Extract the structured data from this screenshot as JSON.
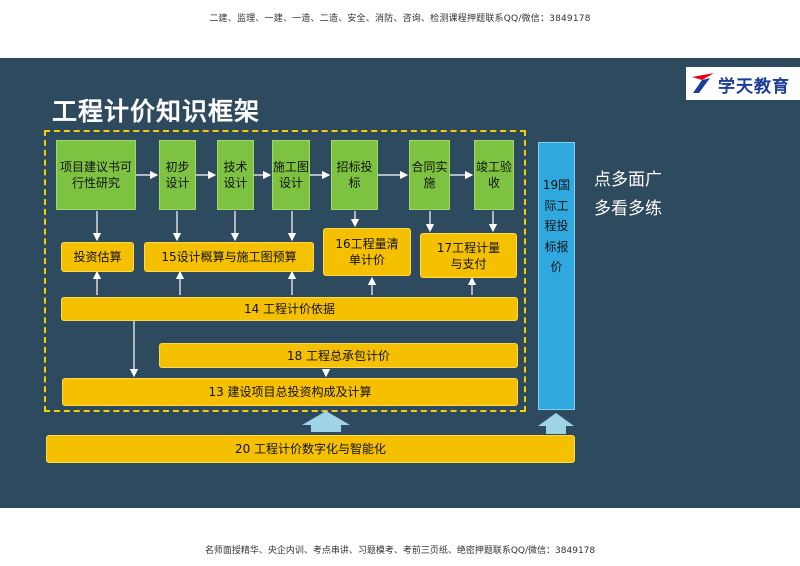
{
  "header_text": "二建、监理、一建、一造、二造、安全、消防、咨询、检测课程押题联系QQ/微信：3849178",
  "footer_text": "名师面授精华、央企内训、考点串讲、习题模考、考前三页纸、绝密押题联系QQ/微信：3849178",
  "slide": {
    "title": "工程计价知识框架",
    "logo_text": "学天教育",
    "side_note": [
      "点多面广",
      "多看多练"
    ]
  },
  "flow": {
    "steps": [
      "项目建议书可行性研究",
      "初步设计",
      "技术设计",
      "施工图设计",
      "招标投标",
      "合同实施",
      "竣工验收"
    ],
    "investment_estimate": "投资估算",
    "design_budget": "15设计概算与施工图预算",
    "bill_of_quantities": "16工程量清单计价",
    "contract_pricing": "17工程计量与支付",
    "pricing_basis": "14 工程计价依据",
    "general_contract": "18 工程总承包计价",
    "investment_composition": "13 建设项目总投资构成及计算",
    "digitalization": "20 工程计价数字化与智能化",
    "bidding_quote": "19国际工程投标报价"
  },
  "colors": {
    "background": "#2e4a5f",
    "green_box": "#7dc241",
    "orange_box": "#f5c000",
    "blue_box": "#2fa8e0",
    "dashed_border": "#f5d000",
    "logo_blue": "#1a3d9a",
    "logo_red": "#e60012"
  }
}
